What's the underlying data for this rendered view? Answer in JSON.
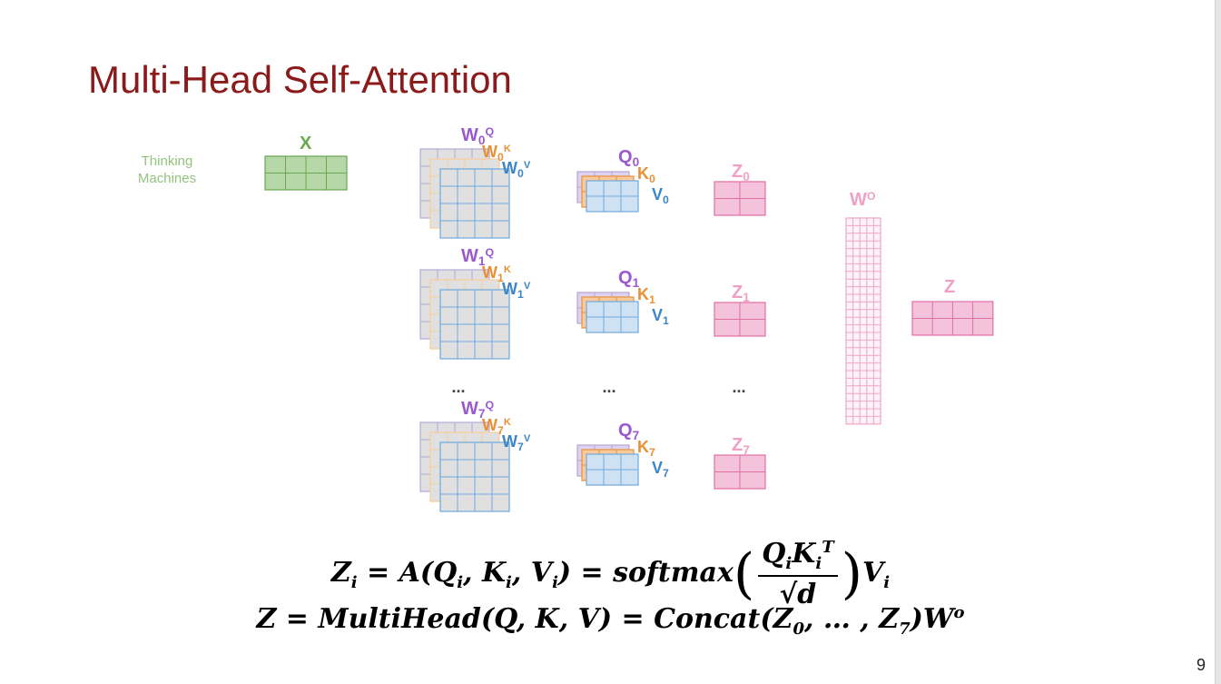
{
  "slide": {
    "title": "Multi-Head Self-Attention",
    "page_number": "9"
  },
  "input": {
    "line1": "Thinking",
    "line2": "Machines",
    "matrix_label": "X"
  },
  "heads": [
    {
      "wq": "W0Q",
      "wk": "W0K",
      "wv": "W0V",
      "q": "Q0",
      "k": "K0",
      "v": "V0",
      "z": "Z0"
    },
    {
      "wq": "W1Q",
      "wk": "W1K",
      "wv": "W1V",
      "q": "Q1",
      "k": "K1",
      "v": "V1",
      "z": "Z1"
    },
    {
      "wq": "W7Q",
      "wk": "W7K",
      "wv": "W7V",
      "q": "Q7",
      "k": "K7",
      "v": "V7",
      "z": "Z7"
    }
  ],
  "ellipsis": "...",
  "output": {
    "wo_label": "WO",
    "z_label": "Z"
  },
  "colors": {
    "title": "#8b1a1a",
    "x_matrix": "#b6d7a8",
    "x_border": "#6aa84f",
    "x_label": "#6aa84f",
    "query": "#b4a7d6",
    "query_label": "#9b59d0",
    "key": "#f9cb9c",
    "key_label": "#e69138",
    "value": "#cfe2f3",
    "value_border": "#6fa8dc",
    "value_label": "#3d85c6",
    "weight_fill": "#e0e0e0",
    "z_fill": "#f4c2da",
    "z_border": "#e06fa3",
    "z_label": "#f0a0c4"
  },
  "equations": {
    "eq1_lhs": "Z",
    "eq1_lhs_sub": "i",
    "eq1_mid": " = A(Q",
    "eq1_sub_q": "i",
    "eq1_comma1": ", K",
    "eq1_sub_k": "i",
    "eq1_comma2": ", V",
    "eq1_sub_v": "i",
    "eq1_softmax": ") = softmax",
    "eq1_num_q": "Q",
    "eq1_num_qsub": "i",
    "eq1_num_k": "K",
    "eq1_num_ksub": "i",
    "eq1_num_ksup": "T",
    "eq1_den": "√d",
    "eq1_tail": "V",
    "eq1_tail_sub": "i",
    "eq2_main": "Z = MultiHead(Q, K, V) = Concat(Z",
    "eq2_sub0": "0",
    "eq2_mid": ", … , Z",
    "eq2_sub7": "7",
    "eq2_end": ")W",
    "eq2_sup": "o"
  }
}
